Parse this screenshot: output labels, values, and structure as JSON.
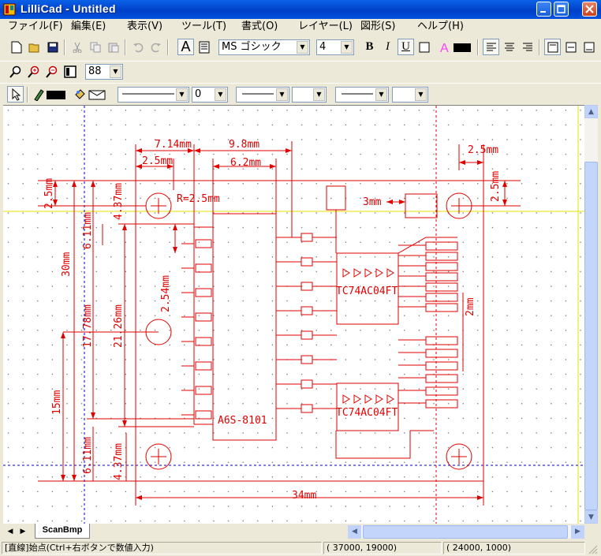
{
  "window": {
    "title": "LilliCad - Untitled"
  },
  "menu": [
    "ファイル(F)",
    "編集(E)",
    "表示(V)",
    "ツール(T)",
    "書式(O)",
    "レイヤー(L)",
    "図形(S)",
    "ヘルプ(H)"
  ],
  "toolbar": {
    "font": "MS ゴシック",
    "font_size": "4",
    "zoom": "88",
    "line_width": "0",
    "bold": "B",
    "italic": "I",
    "underline": "U",
    "text_a": "A"
  },
  "drawing": {
    "dims": {
      "w714": "7.14mm",
      "w98": "9.8mm",
      "w25a": "2.5mm",
      "w62": "6.2mm",
      "h25a": "2.5mm",
      "h437a": "4.37mm",
      "r25": "R=2.5mm",
      "h611a": "6.11mm",
      "h30": "30mm",
      "h254": "2.54mm",
      "h1778": "17.78mm",
      "h2126": "21.26mm",
      "h15": "15mm",
      "h611b": "6.11mm",
      "h437b": "4.37mm",
      "w34": "34mm",
      "w3": "3mm",
      "w25b": "2.5mm",
      "h25b": "2.5mm",
      "h2": "2mm"
    },
    "chips": [
      "A6S-8101",
      "TC74AC04FT",
      "TC74AC04FT"
    ]
  },
  "tabs": [
    "ScanBmp"
  ],
  "status": {
    "mode": "[直線]始点(Ctrl+右ボタンで数値入力)",
    "coords1": "( 37000,  19000)",
    "coords2": "( 24000,    1000)"
  },
  "colors": {
    "draw": "#e00000",
    "guide_blue": "#0000c0",
    "guide_yellow": "#e8e000",
    "titlebar": "#0a58e0"
  }
}
